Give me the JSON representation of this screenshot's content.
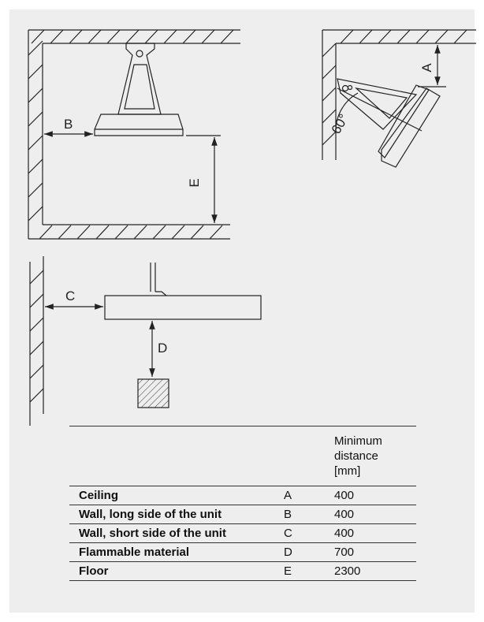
{
  "diagram_labels": {
    "B": "B",
    "E": "E",
    "A": "A",
    "angle": "60°",
    "C": "C",
    "D": "D"
  },
  "table": {
    "header": {
      "label": "",
      "code": "",
      "value": "Minimum\ndistance\n[mm]"
    },
    "rows": [
      {
        "label": "Ceiling",
        "code": "A",
        "value": "400"
      },
      {
        "label": "Wall, long side of the unit",
        "code": "B",
        "value": "400"
      },
      {
        "label": "Wall, short side of the unit",
        "code": "C",
        "value": "400"
      },
      {
        "label": "Flammable material",
        "code": "D",
        "value": "700"
      },
      {
        "label": "Floor",
        "code": "E",
        "value": "2300"
      }
    ]
  },
  "colors": {
    "background": "#eeeeee",
    "line": "#222222"
  }
}
